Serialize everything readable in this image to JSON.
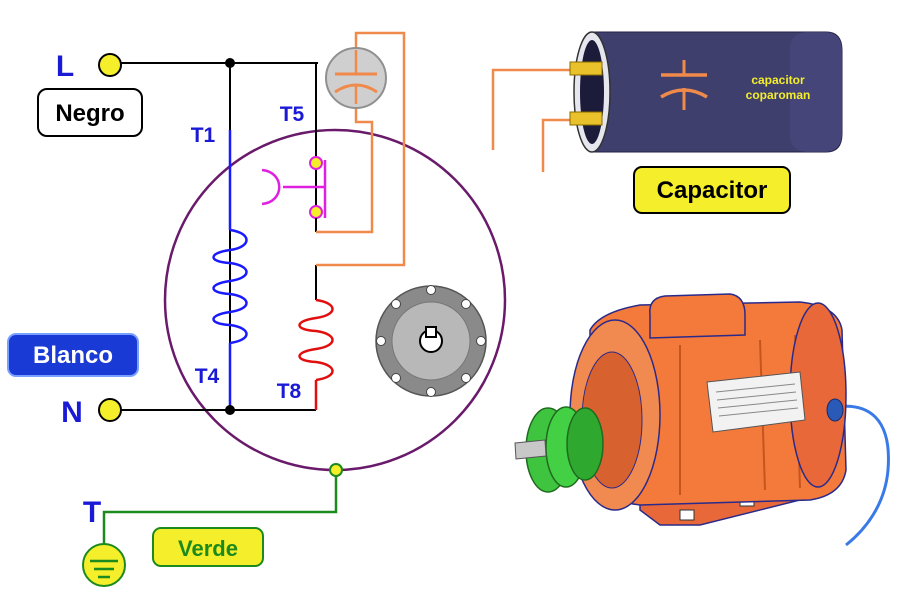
{
  "labels": {
    "line": "L",
    "neutral": "N",
    "ground": "T",
    "t1": "T1",
    "t4": "T4",
    "t5": "T5",
    "t8": "T8"
  },
  "tags": {
    "negro": "Negro",
    "blanco": "Blanco",
    "verde": "Verde",
    "capacitor": "Capacitor"
  },
  "capacitor_body": {
    "line1": "capacitor",
    "line2": "coparoman"
  },
  "colors": {
    "terminal_yellow": "#f5ee2a",
    "wire_black": "#000000",
    "coil_blue": "#1a1aff",
    "coil_red": "#e01010",
    "capacitor_wire": "#f08a4b",
    "switch_magenta": "#e020e0",
    "motor_circle": "#6a1a6a",
    "ground_green": "#1c8a1c",
    "label_blue": "#1a1ad6",
    "blanco_bg": "#1a3ad6",
    "capacitor_body": "#3f3f6e",
    "motor_orange": "#f47a3c"
  }
}
